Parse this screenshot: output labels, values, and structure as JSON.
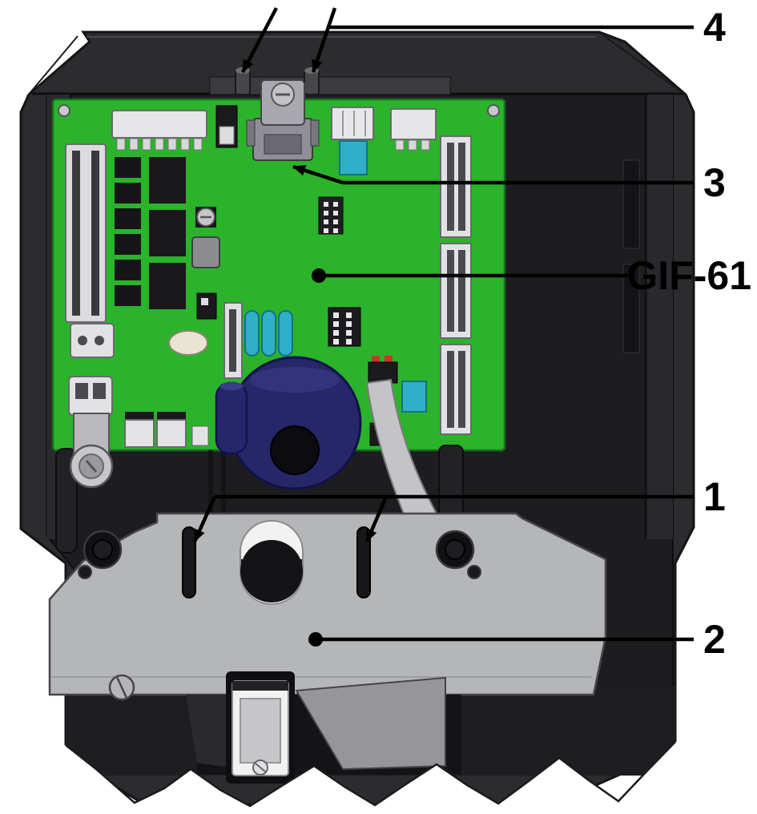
{
  "figure": {
    "type": "technical-cutaway-diagram",
    "callouts": [
      {
        "label": "4"
      },
      {
        "label": "3"
      },
      {
        "label": "GIF-61"
      },
      {
        "label": "1"
      },
      {
        "label": "2"
      }
    ],
    "colors": {
      "pcb_green": "#2bb32b",
      "housing_dark": "#2c2c2f",
      "cavity_dark": "#1d1d20",
      "bracket_gray": "#b5b6b8",
      "coil_navy": "#262668",
      "cap_teal": "#2fb0c6",
      "cable_gray": "#c4c4c8",
      "metal_silver": "#b9b9bd",
      "callout_black": "#000000"
    }
  }
}
